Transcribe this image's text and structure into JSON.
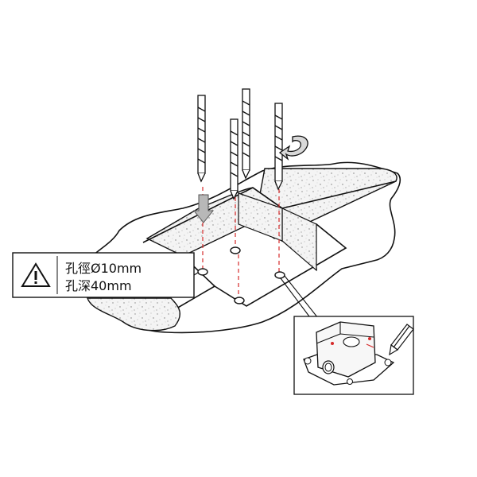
{
  "warning": {
    "icon": "warning-triangle-icon",
    "hole_diameter_text": "孔徑Ø10mm",
    "hole_depth_text": "孔深40mm"
  },
  "drills": {
    "count": 4,
    "icon": "drill-bit-icon"
  },
  "inset": {
    "subject": "mounting-box",
    "icon": "pencil-icon"
  },
  "colors": {
    "guide_line": "#d62a2a",
    "outline": "#111111",
    "arrow_fill": "#b8b8b8",
    "concrete_fill": "#f2f2f2"
  }
}
